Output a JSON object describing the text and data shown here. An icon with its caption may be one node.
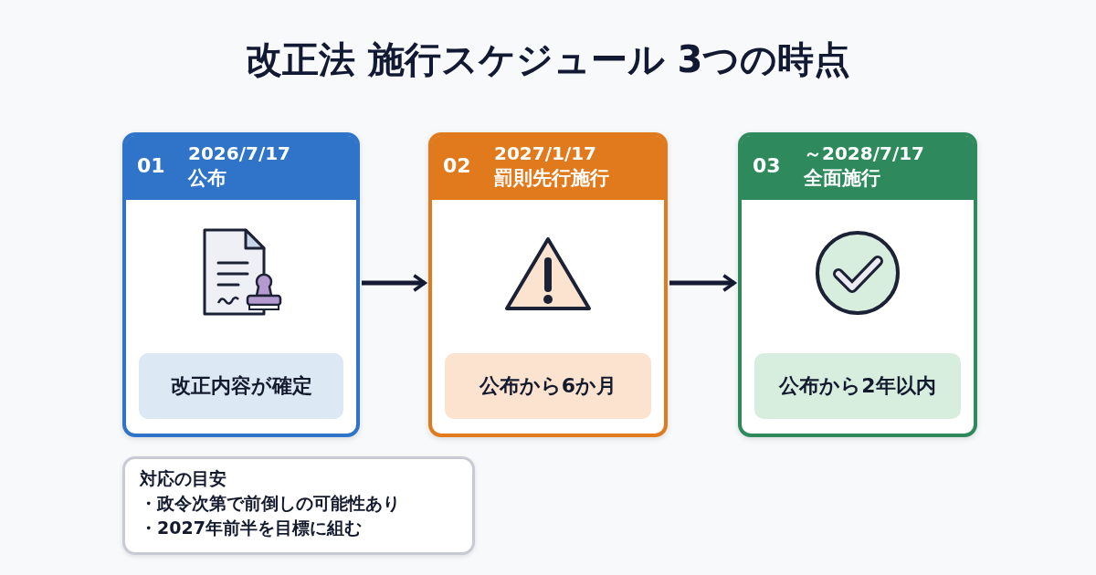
{
  "diagram": {
    "title": "改正法 施行スケジュール 3つの時点",
    "nodes": [
      {
        "text": [
          "01",
          "2026/7/17",
          "公布"
        ]
      },
      {
        "text": [
          "改正内容が確定"
        ],
        "in": 0
      },
      {
        "text": [
          "02",
          "2027/1/17",
          "罰則先行施行"
        ]
      },
      {
        "text": [
          "公布から6か月"
        ],
        "in": 2
      },
      {
        "text": [
          "03",
          "～2028/7/17",
          "全面施行"
        ]
      },
      {
        "text": [
          "公布から2年以内"
        ],
        "in": 4
      },
      {
        "text": [
          "対応の目安",
          "・政令次第で前倒しの可能性あり",
          "・2027年前半を目標に組む"
        ]
      }
    ],
    "edges": [
      {
        "from": 0,
        "to": 2,
        "arrow": "to"
      },
      {
        "from": 2,
        "to": 4,
        "arrow": "to"
      }
    ]
  }
}
